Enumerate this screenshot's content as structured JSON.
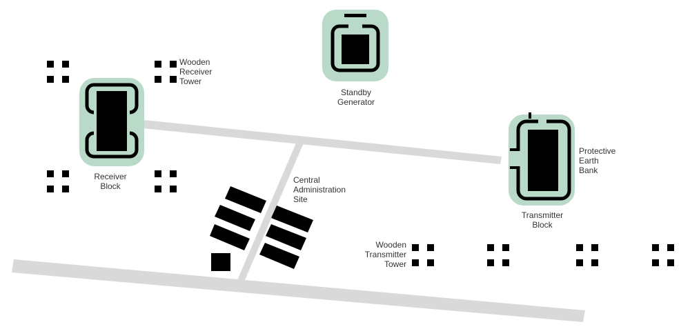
{
  "colors": {
    "road": "#d9d9d9",
    "earth_bank": "#b9d9c9",
    "building": "#000000",
    "background": "#ffffff",
    "label": "#333333"
  },
  "labels": {
    "wooden_receiver_tower": [
      "Wooden",
      "Receiver",
      "Tower"
    ],
    "standby_generator": [
      "Standby",
      "Generator"
    ],
    "receiver_block": [
      "Receiver",
      "Block"
    ],
    "central_administration_site": [
      "Central",
      "Administration",
      "Site"
    ],
    "protective_earth_bank": [
      "Protective",
      "Earth",
      "Bank"
    ],
    "transmitter_block": [
      "Transmitter",
      "Block"
    ],
    "wooden_transmitter_tower": [
      "Wooden",
      "Transmitter",
      "Tower"
    ]
  }
}
